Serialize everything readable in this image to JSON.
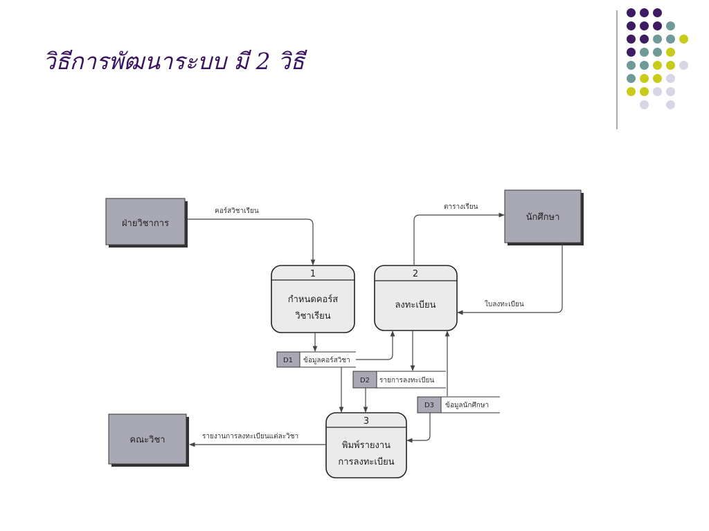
{
  "slide": {
    "title": "วิธีการพัฒนาระบบ มี 2 วิธี",
    "colors": {
      "title": "#3a1361",
      "purple": "#3e1b63",
      "teal": "#6f9a98",
      "lime": "#c9cb1a",
      "lavender": "#d6d6e6"
    }
  },
  "diagram": {
    "entities": {
      "academic": "ฝ่ายวิชาการ",
      "student": "นักศึกษา",
      "faculty": "คณะวิชา"
    },
    "processes": {
      "p1": {
        "number": "1",
        "line1": "กำหนดคอร์ส",
        "line2": "วิชาเรียน"
      },
      "p2": {
        "number": "2",
        "line1": "ลงทะเบียน"
      },
      "p3": {
        "number": "3",
        "line1": "พิมพ์รายงาน",
        "line2": "การลงทะเบียน"
      }
    },
    "stores": {
      "d1": {
        "id": "D1",
        "name": "ข้อมูลคอร์สวิชา"
      },
      "d2": {
        "id": "D2",
        "name": "รายการลงทะเบียน"
      },
      "d3": {
        "id": "D3",
        "name": "ข้อมูลนักศึกษา"
      }
    },
    "flows": {
      "course_subjects": "คอร์สวิชาเรียน",
      "timetable": "ตารางเรียน",
      "registration_form": "ใบลงทะเบียน",
      "report": "รายงานการลงทะเบียนแต่ละวิชา"
    }
  }
}
